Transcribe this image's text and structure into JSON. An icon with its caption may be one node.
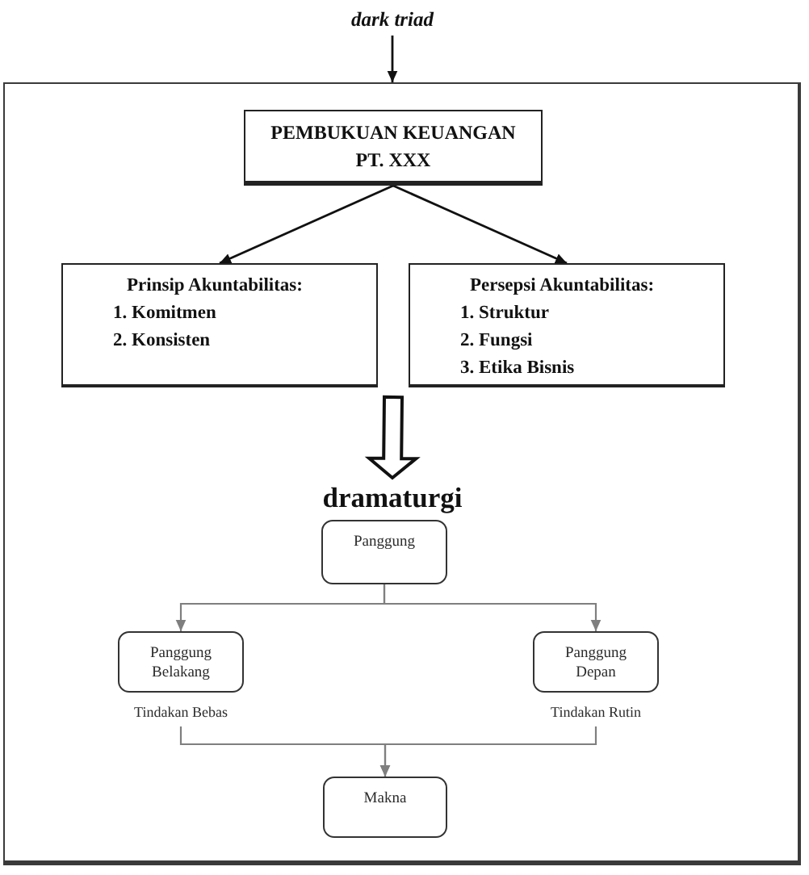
{
  "diagram": {
    "nodes": [
      {
        "text": [
          "dark triad"
        ]
      },
      {
        "text": [],
        "shape": "box"
      },
      {
        "text": [
          "PEMBUKUAN KEUANGAN PT. XXX"
        ],
        "in": 1
      },
      {
        "text": [
          "Prinsip Akuntabilitas:",
          "1. Komitmen",
          "2. Konsisten"
        ],
        "in": 1
      },
      {
        "text": [
          "Persepsi Akuntabilitas:",
          "1. Struktur",
          "2. Fungsi",
          "3. Etika Bisnis"
        ],
        "in": 1
      },
      {
        "text": [
          "dramaturgi"
        ],
        "in": 1
      },
      {
        "text": [
          "Panggung"
        ],
        "in": 1
      },
      {
        "text": [
          "Panggung Belakang"
        ],
        "in": 1,
        "beside": [
          "Tindakan Bebas"
        ]
      },
      {
        "text": [
          "Panggung Depan"
        ],
        "in": 1,
        "beside": [
          "Tindakan Rutin"
        ]
      },
      {
        "text": [
          "Makna"
        ],
        "in": 1
      }
    ],
    "edges": [
      {
        "from": 0,
        "to": 1,
        "arrow": "to",
        "color": "#111111"
      },
      {
        "from": 2,
        "to": 3,
        "arrow": "to",
        "color": "#111111"
      },
      {
        "from": 2,
        "to": 4,
        "arrow": "to",
        "color": "#111111"
      },
      {
        "from": null,
        "to": 5,
        "arrow": "to",
        "style": "thick",
        "color": "#111111"
      },
      {
        "from": 6,
        "to": 7,
        "arrow": "to"
      },
      {
        "from": 6,
        "to": 8,
        "arrow": "to"
      },
      {
        "from": 7,
        "to": 9,
        "arrow": "to"
      },
      {
        "from": 8,
        "to": 9,
        "arrow": "to"
      }
    ]
  }
}
